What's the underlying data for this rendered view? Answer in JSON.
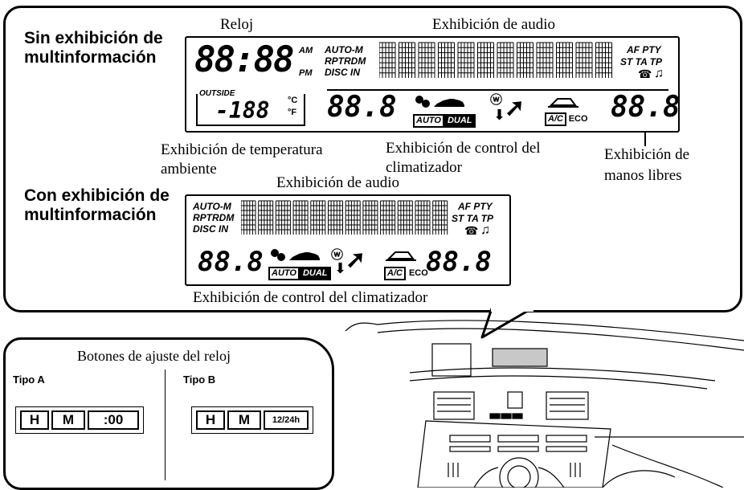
{
  "top_section": {
    "title_without_line1": "Sin exhibición de",
    "title_without_line2": "multinformación",
    "title_with_line1": "Con exhibición de",
    "title_with_line2": "multinformación",
    "label_clock": "Reloj",
    "label_audio_1": "Exhibición de audio",
    "label_audio_2": "Exhibición de audio",
    "label_temp_line1": "Exhibición de temperatura",
    "label_temp_line2": "ambiente",
    "label_climate_line1": "Exhibición de control del",
    "label_climate_line2": "climatizador",
    "label_handsfree_line1": "Exhibición de",
    "label_handsfree_line2": "manos libres",
    "label_climate_bottom": "Exhibición de control del climatizador"
  },
  "lcd": {
    "clock_digits": "88:88",
    "am": "AM",
    "pm": "PM",
    "auto_m": "AUTO-M",
    "rptrdm": "RPTRDM",
    "disc_in": "DISC IN",
    "af_pty": "AF PTY",
    "st_ta_tp": "ST TA TP",
    "outside": "OUTSIDE",
    "outside_temp": "-188",
    "celsius": "°C",
    "fahrenheit": "°F",
    "temp_left": "88.8",
    "temp_right": "88.8",
    "auto": "AUTO",
    "dual": "DUAL",
    "ac": "A/C",
    "eco": "ECO",
    "phone_icon": "phone-icon",
    "note_icon": "music-note-icon",
    "fan_icon": "fan-icon",
    "defrost_icon": "defrost-icon",
    "airflow_icon": "airflow-icon",
    "recirc_icon": "recirculation-icon"
  },
  "bottom_section": {
    "title": "Botones de ajuste del reloj",
    "type_a": "Tipo A",
    "type_b": "Tipo B",
    "a_buttons": [
      "H",
      "M",
      ":00"
    ],
    "b_buttons": [
      "H",
      "M",
      "12/24h"
    ]
  }
}
